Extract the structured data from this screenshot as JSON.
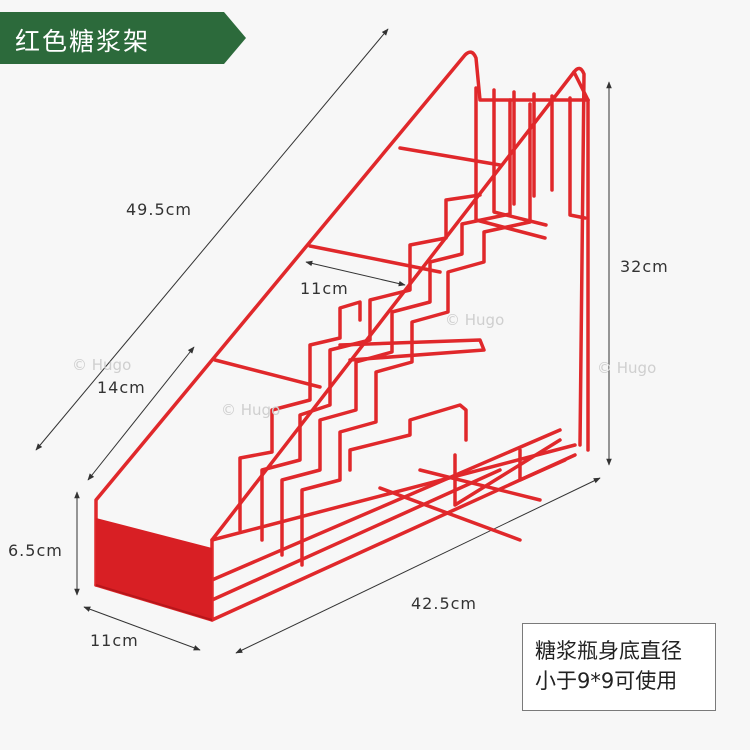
{
  "banner": {
    "title": "红色糖浆架"
  },
  "dimensions": {
    "diagonal": "49.5cm",
    "shelf_depth": "11cm",
    "slope": "14cm",
    "height": "32cm",
    "front_height": "6.5cm",
    "base_depth": "11cm",
    "length": "42.5cm"
  },
  "watermarks": [
    "© Hugo",
    "© Hugo",
    "© Hugo",
    "© Hugo"
  ],
  "note": {
    "line1": "糖浆瓶身底直径",
    "line2": "小于9*9可使用"
  },
  "colors": {
    "banner": "#2c6a3b",
    "rack": "#e0282b",
    "rack_panel": "#d81f24"
  }
}
